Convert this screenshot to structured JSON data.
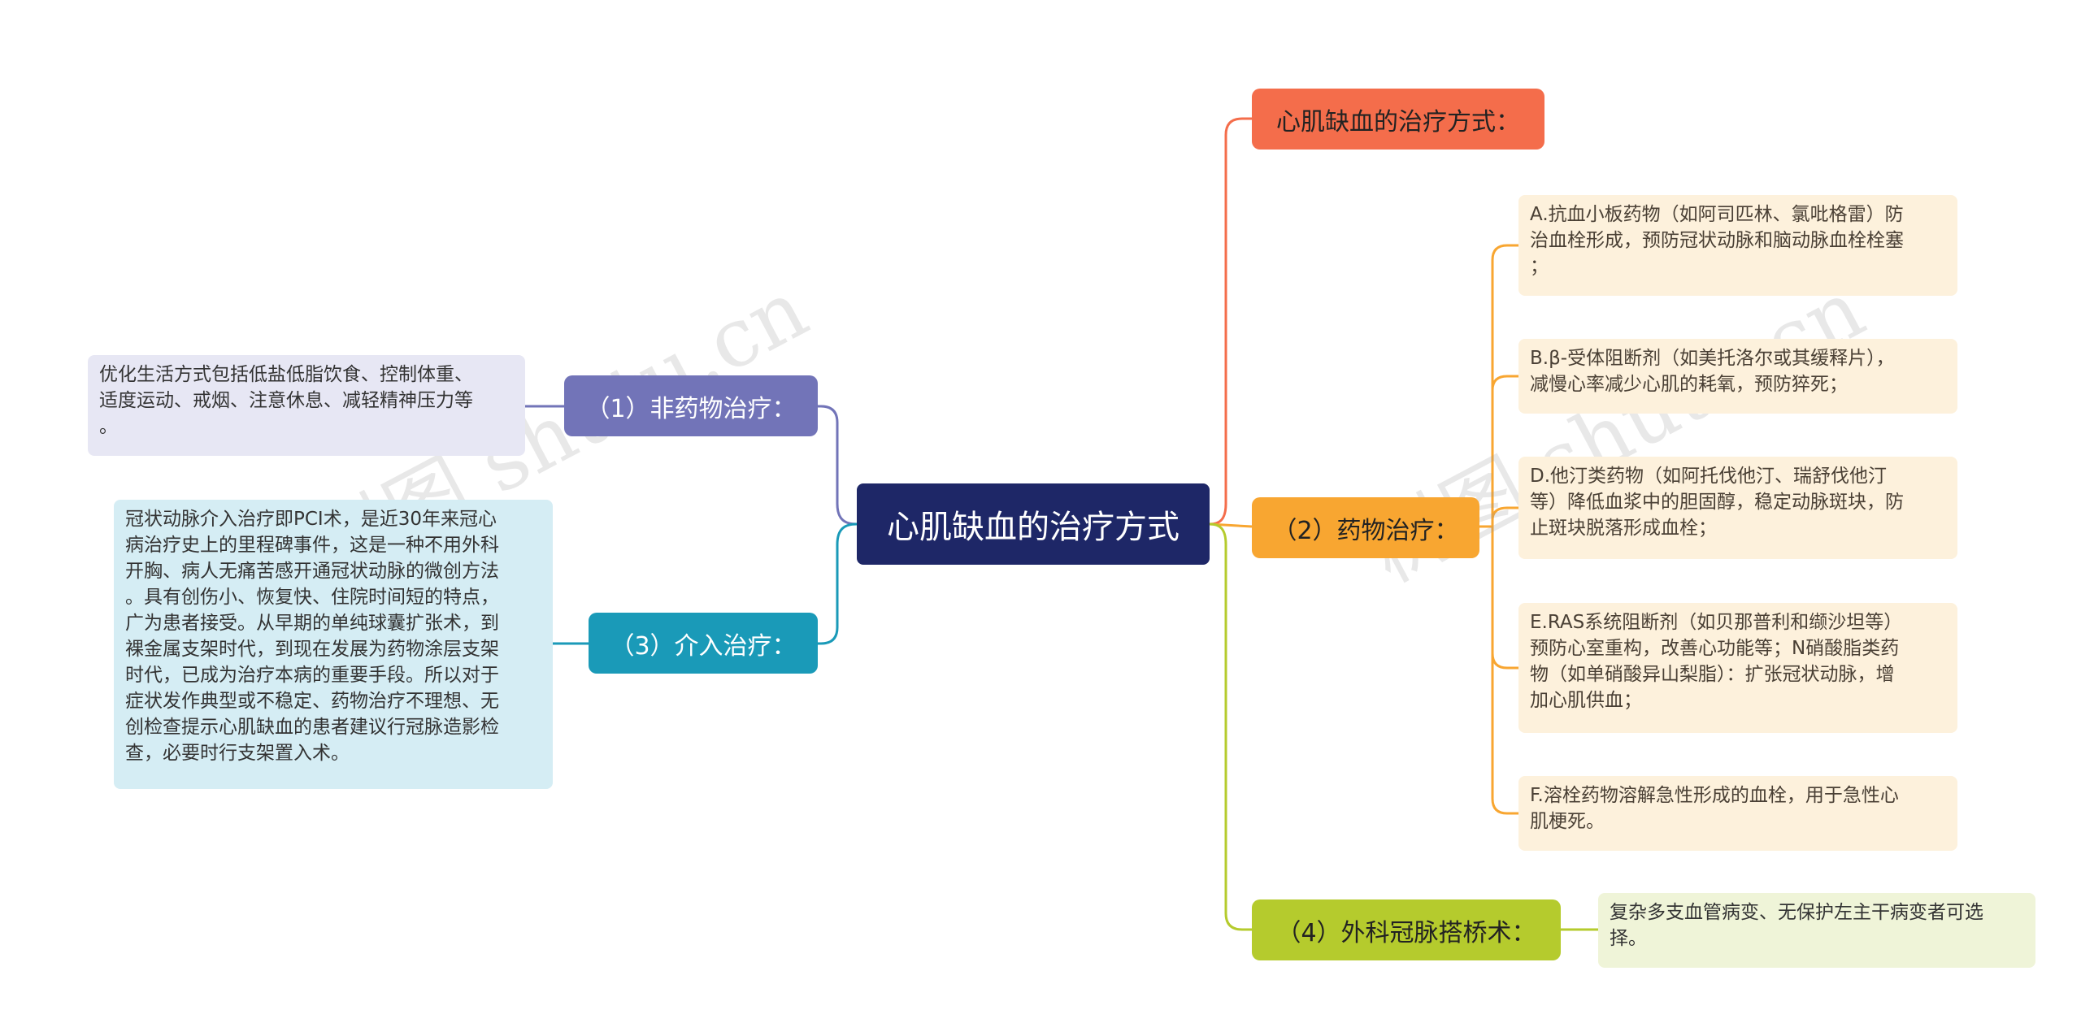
{
  "root": {
    "label": "心肌缺血的治疗方式"
  },
  "branches": {
    "top": {
      "label": "心肌缺血的治疗方式："
    },
    "drug": {
      "label": "（2）药物治疗："
    },
    "surgery": {
      "label": "（4）外科冠脉搭桥术："
    },
    "nondrug": {
      "label": "（1）非药物治疗："
    },
    "intervention": {
      "label": "（3）介入治疗："
    }
  },
  "leaves": {
    "drug_a": "A.抗血小板药物（如阿司匹林、氯吡格雷）防\n治血栓形成，预防冠状动脉和脑动脉血栓栓塞\n；",
    "drug_b": "B.β-受体阻断剂（如美托洛尔或其缓释片），\n减慢心率减少心肌的耗氧，预防猝死；",
    "drug_d": "D.他汀类药物（如阿托伐他汀、瑞舒伐他汀\n等）降低血浆中的胆固醇，稳定动脉斑块，防\n止斑块脱落形成血栓；",
    "drug_e": "E.RAS系统阻断剂（如贝那普利和缬沙坦等）\n预防心室重构，改善心功能等；N硝酸脂类药\n物（如单硝酸异山梨脂）：扩张冠状动脉，增\n加心肌供血；",
    "drug_f": "F.溶栓药物溶解急性形成的血栓，用于急性心\n肌梗死。",
    "surgery": "复杂多支血管病变、无保护左主干病变者可选\n择。",
    "nondrug": "优化生活方式包括低盐低脂饮食、控制体重、\n适度运动、戒烟、注意休息、减轻精神压力等\n。",
    "intervention": "冠状动脉介入治疗即PCI术，是近30年来冠心\n病治疗史上的里程碑事件，这是一种不用外科\n开胸、病人无痛苦感开通冠状动脉的微创方法\n。具有创伤小、恢复快、住院时间短的特点，\n广为患者接受。从早期的单纯球囊扩张术，到\n裸金属支架时代，到现在发展为药物涂层支架\n时代，已成为治疗本病的重要手段。所以对于\n症状发作典型或不稳定、药物治疗不理想、无\n创检查提示心肌缺血的患者建议行冠脉造影检\n查，必要时行支架置入术。"
  },
  "watermark": "树图 shutu.cn",
  "colors": {
    "root": "#1e2767",
    "top": "#f46d4b",
    "drug": "#f8a631",
    "surgery": "#b5cb2d",
    "nondrug": "#7274b8",
    "intervention": "#1a9ab8"
  }
}
